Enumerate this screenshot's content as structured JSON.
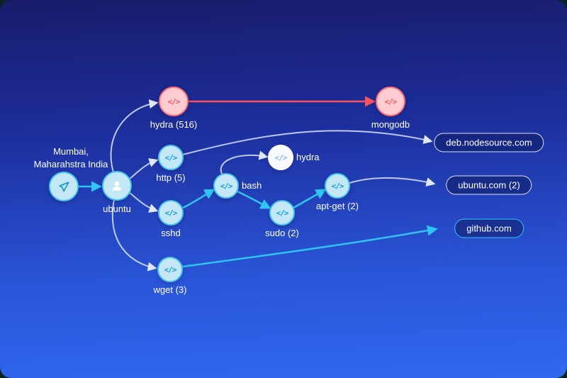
{
  "location": {
    "line1": "Mumbai,",
    "line2": "Maharahstra India"
  },
  "glyphs": {
    "code": "</>"
  },
  "nodes": {
    "source": {
      "label": "",
      "icon": "send-icon"
    },
    "ubuntu": {
      "label": "ubuntu",
      "icon": "user-icon"
    },
    "hydra516": {
      "label": "hydra (516)",
      "icon": "code-icon",
      "status": "alert"
    },
    "mongodb": {
      "label": "mongodb",
      "icon": "code-icon",
      "status": "alert"
    },
    "http": {
      "label": "http (5)",
      "icon": "code-icon"
    },
    "sshd": {
      "label": "sshd",
      "icon": "code-icon"
    },
    "wget": {
      "label": "wget (3)",
      "icon": "code-icon"
    },
    "bash": {
      "label": "bash",
      "icon": "code-icon"
    },
    "hydra": {
      "label": "hydra",
      "icon": "code-icon",
      "status": "highlight"
    },
    "sudo": {
      "label": "sudo (2)",
      "icon": "code-icon"
    },
    "aptget": {
      "label": "apt-get (2)",
      "icon": "code-icon"
    }
  },
  "domains": {
    "nodesource": {
      "label": "deb.nodesource.com"
    },
    "ubuntucom": {
      "label": "ubuntu.com (2)"
    },
    "github": {
      "label": "github.com"
    }
  },
  "edges": [
    {
      "from": "source",
      "to": "ubuntu",
      "style": "process"
    },
    {
      "from": "ubuntu",
      "to": "hydra516",
      "style": "trace"
    },
    {
      "from": "ubuntu",
      "to": "http",
      "style": "trace"
    },
    {
      "from": "ubuntu",
      "to": "sshd",
      "style": "trace"
    },
    {
      "from": "ubuntu",
      "to": "wget",
      "style": "trace"
    },
    {
      "from": "hydra516",
      "to": "mongodb",
      "style": "alert"
    },
    {
      "from": "sshd",
      "to": "bash",
      "style": "process"
    },
    {
      "from": "bash",
      "to": "sudo",
      "style": "process"
    },
    {
      "from": "sudo",
      "to": "aptget",
      "style": "process"
    },
    {
      "from": "bash",
      "to": "hydra",
      "style": "trace"
    },
    {
      "from": "http",
      "to": "nodesource",
      "style": "trace"
    },
    {
      "from": "aptget",
      "to": "ubuntucom",
      "style": "trace"
    },
    {
      "from": "wget",
      "to": "github",
      "style": "process"
    }
  ],
  "colors": {
    "alert": "#f5515f",
    "process": "#2fc4f2",
    "trace": "#dfe8f5"
  }
}
